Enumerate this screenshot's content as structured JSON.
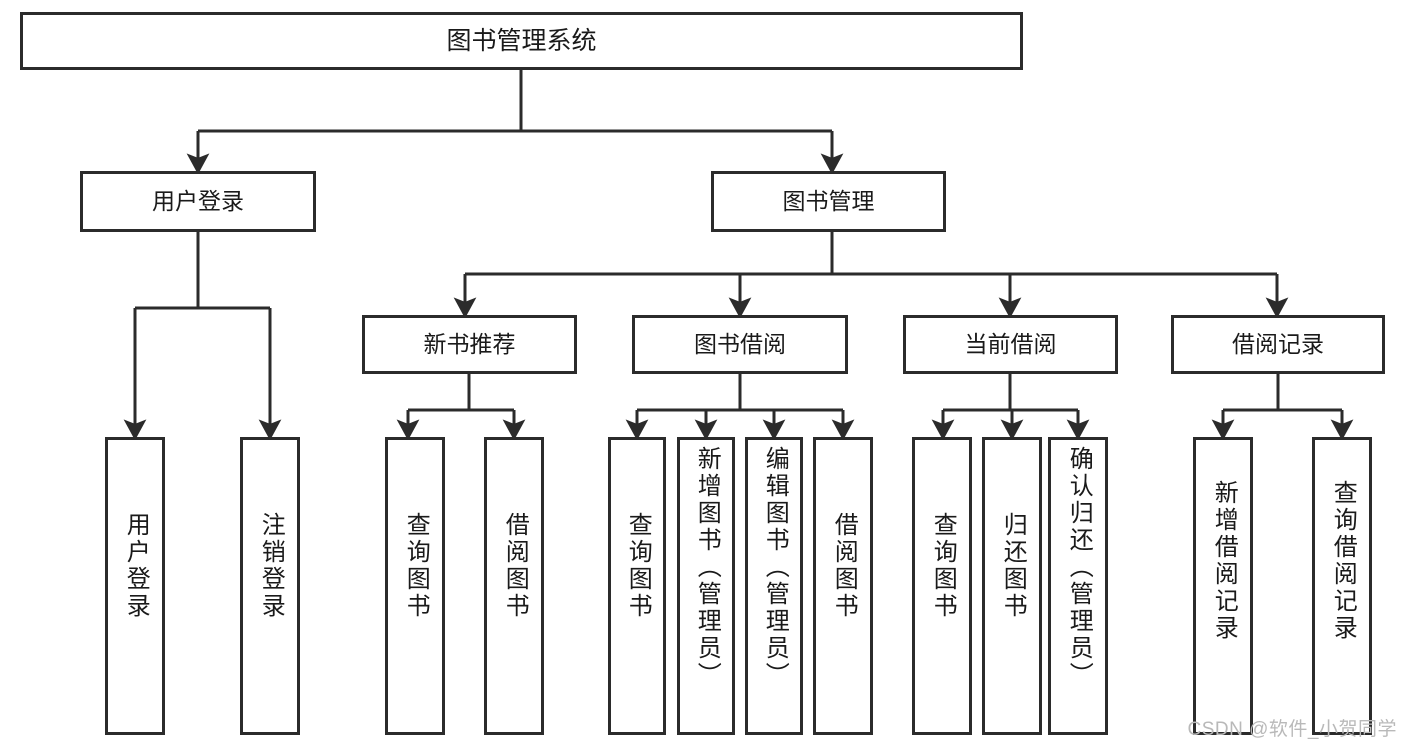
{
  "diagram": {
    "type": "tree-hierarchy",
    "title": "图书管理系统",
    "root": {
      "label": "图书管理系统"
    },
    "level2": [
      {
        "label": "用户登录"
      },
      {
        "label": "图书管理"
      }
    ],
    "level3": [
      {
        "label": "新书推荐"
      },
      {
        "label": "图书借阅"
      },
      {
        "label": "当前借阅"
      },
      {
        "label": "借阅记录"
      }
    ],
    "leaves": {
      "user_login": [
        {
          "label": "用户登录"
        },
        {
          "label": "注销登录"
        }
      ],
      "new_book_recommend": [
        {
          "label": "查询图书"
        },
        {
          "label": "借阅图书"
        }
      ],
      "book_borrow": [
        {
          "label": "查询图书"
        },
        {
          "label": "新增图书（管理员）"
        },
        {
          "label": "编辑图书（管理员）"
        },
        {
          "label": "借阅图书"
        }
      ],
      "current_borrow": [
        {
          "label": "查询图书"
        },
        {
          "label": "归还图书"
        },
        {
          "label": "确认归还（管理员）"
        }
      ],
      "borrow_record": [
        {
          "label": "新增借阅记录"
        },
        {
          "label": "查询借阅记录"
        }
      ]
    }
  },
  "watermark": {
    "text": "CSDN @软件_小贺同学"
  },
  "colors": {
    "stroke": "#2b2b2b",
    "background": "#ffffff",
    "text": "#1a1a1a",
    "watermark": "#b9b9b9"
  }
}
